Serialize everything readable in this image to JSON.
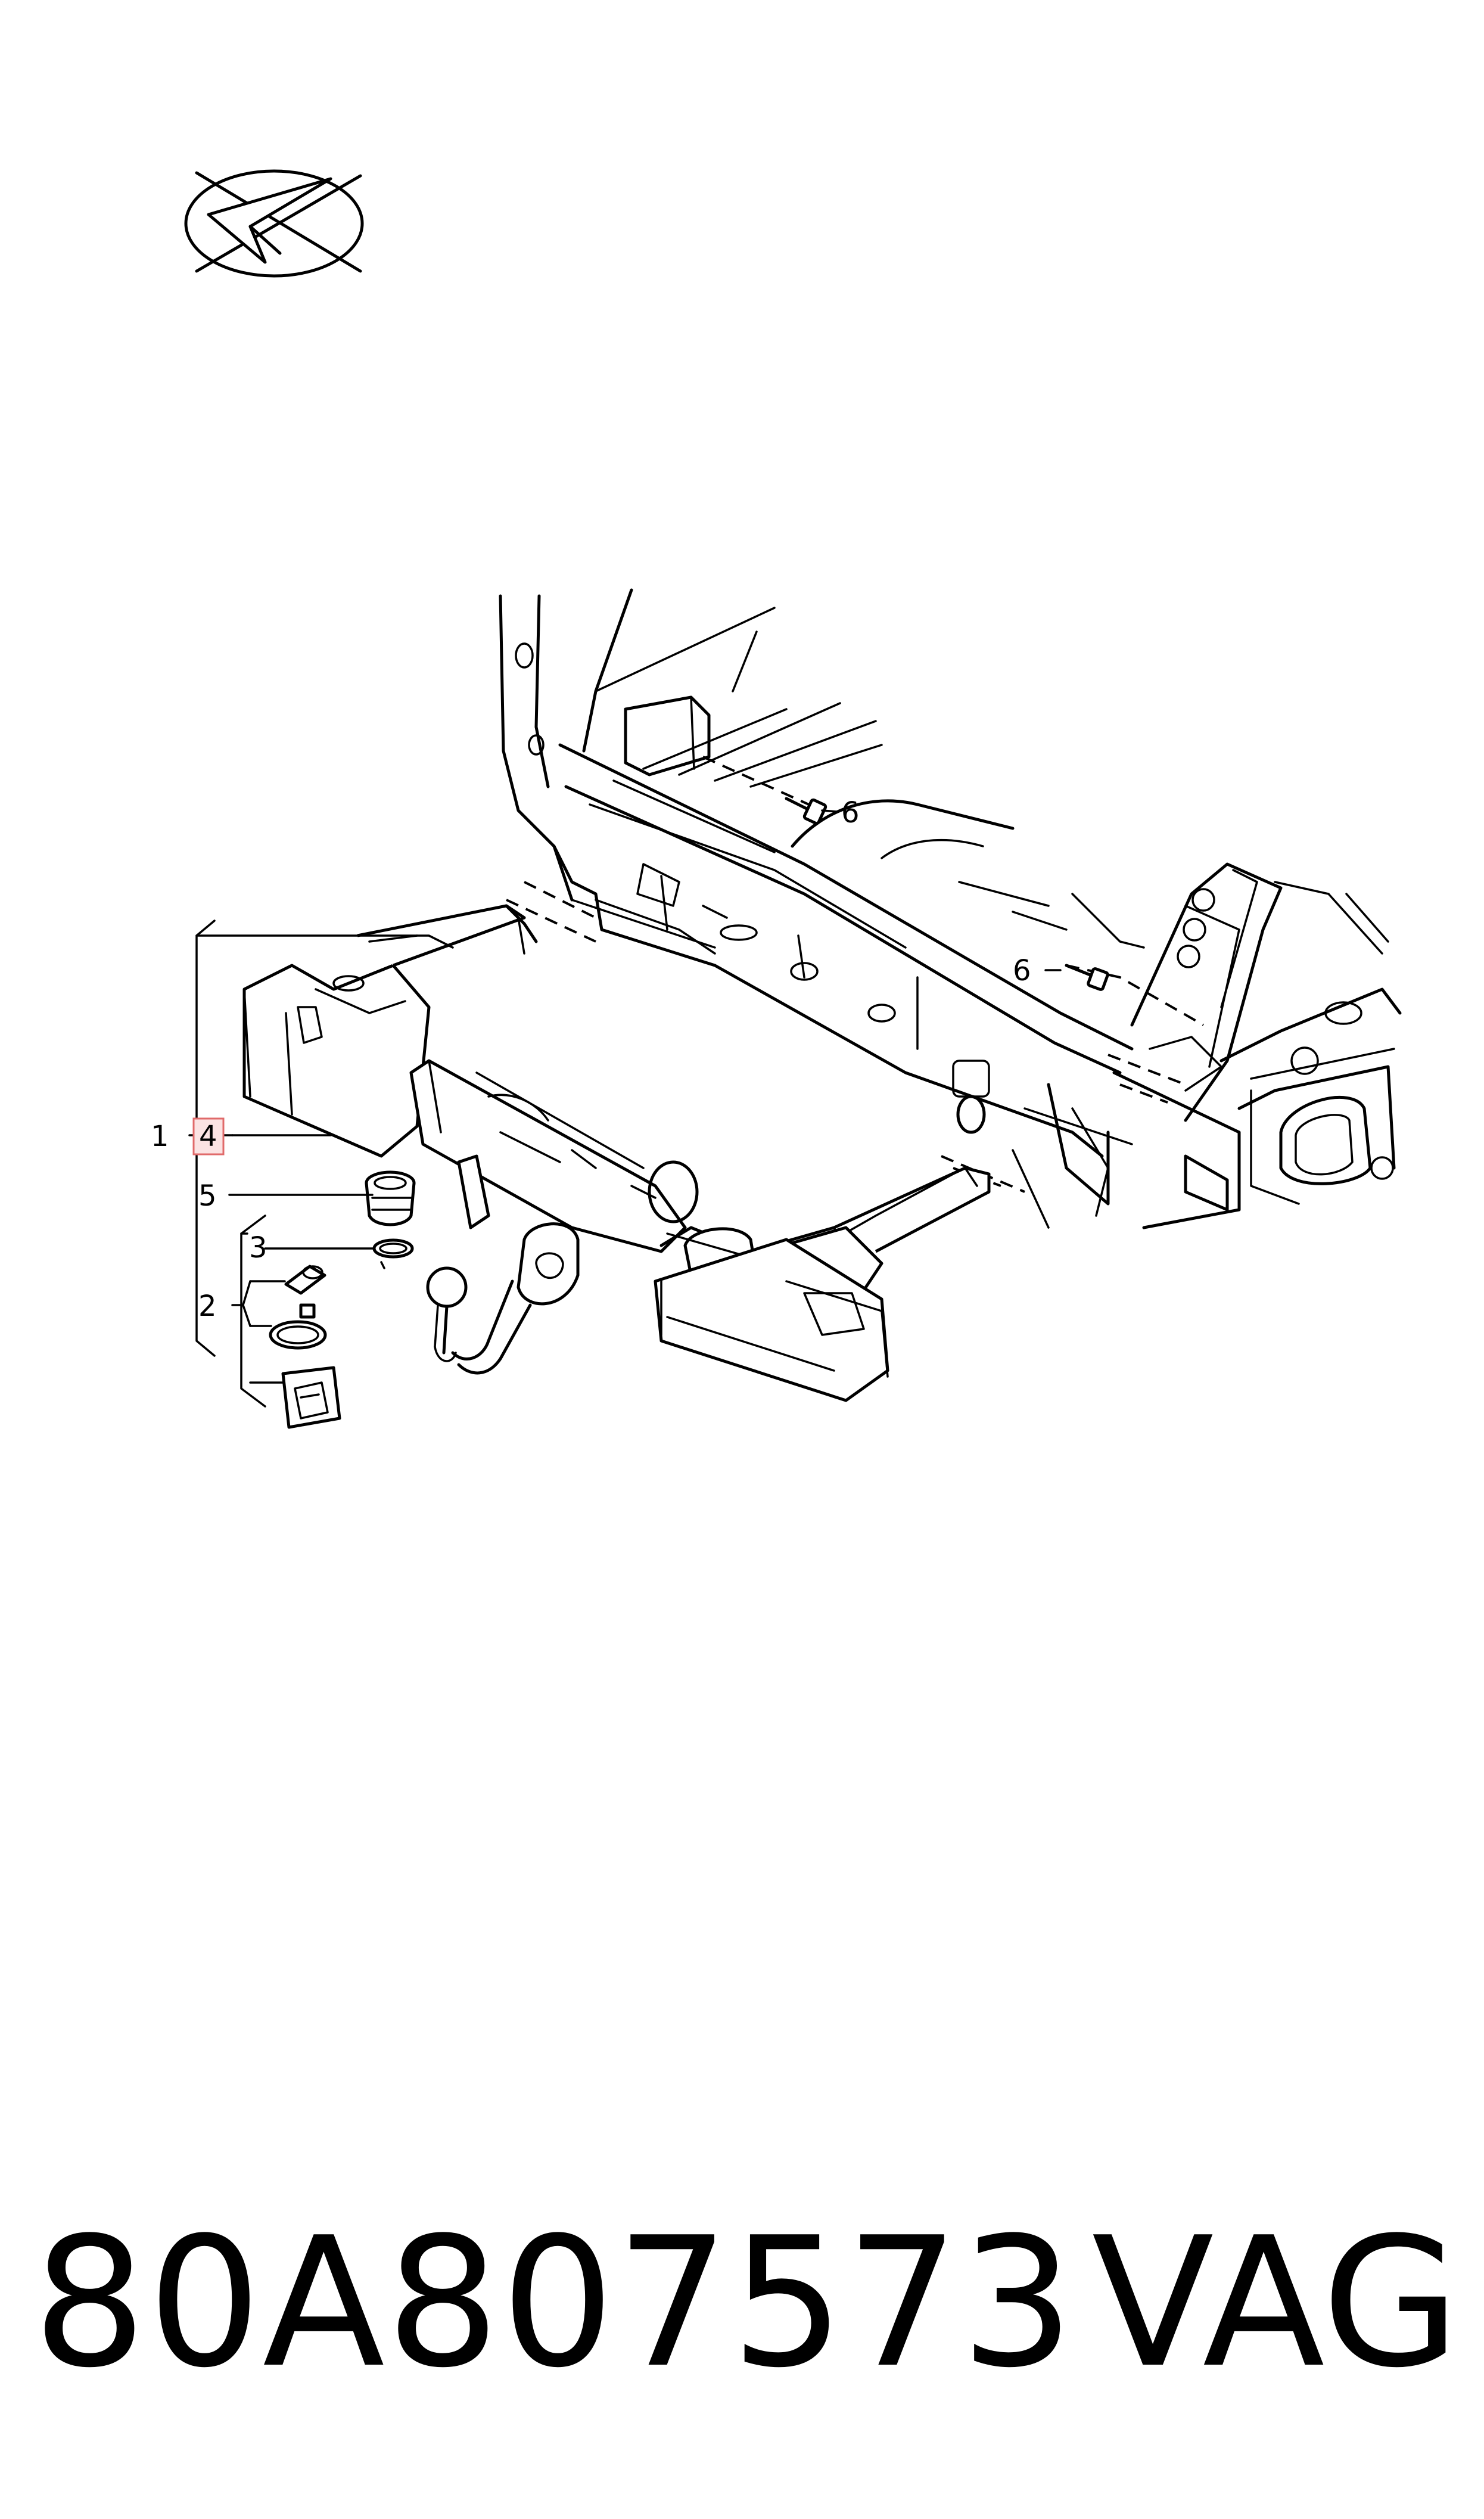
{
  "callouts": {
    "c1": "1",
    "c2": "2",
    "c3": "3",
    "c4": "4",
    "c5": "5",
    "c6a": "6",
    "c6b": "6"
  },
  "highlight_color": "#e06a6a",
  "footer": {
    "part_number": "80A807573",
    "brand": "VAG"
  }
}
